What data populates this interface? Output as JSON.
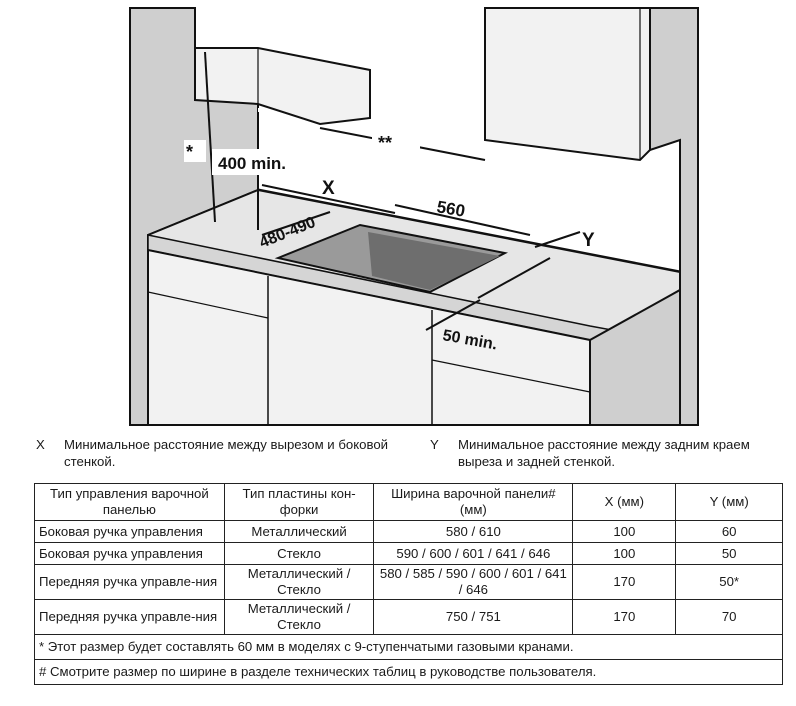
{
  "diagram": {
    "labels": {
      "asterisk": "*",
      "min_400": "400 min.",
      "double_asterisk": "**",
      "x": "X",
      "width_560": "560",
      "depth": "480-490",
      "y": "Y",
      "min_50": "50 min."
    },
    "colors": {
      "wall": "#cfcfcf",
      "cabinet": "#f2f2f2",
      "counter": "#e6e6e6",
      "outline": "#111111",
      "cutout": "#8a8a8a"
    }
  },
  "legend": {
    "x_key": "X",
    "x_text": "Минимальное расстояние между вырезом и боковой стенкой.",
    "y_key": "Y",
    "y_text": "Минимальное расстояние между задним краем выреза и задней стенкой."
  },
  "table": {
    "headers": [
      "Тип управления варочной панелью",
      "Тип пластины кон-форки",
      "Ширина варочной панели# (мм)",
      "X (мм)",
      "Y (мм)"
    ],
    "rows": [
      [
        "Боковая ручка управления",
        "Металлический",
        "580 / 610",
        "100",
        "60"
      ],
      [
        "Боковая ручка управления",
        "Стекло",
        "590 / 600 / 601 / 641 / 646",
        "100",
        "50"
      ],
      [
        "Передняя ручка управле-ния",
        "Металлический / Стекло",
        "580 / 585 / 590 / 600 / 601 / 641 / 646",
        "170",
        "50*"
      ],
      [
        "Передняя ручка управле-ния",
        "Металлический / Стекло",
        "750 / 751",
        "170",
        "70"
      ]
    ],
    "notes": [
      "* Этот размер будет составлять 60 мм в моделях с 9-ступенчатыми газовыми кранами.",
      "# Смотрите размер по ширине в разделе технических таблиц в руководстве пользователя."
    ]
  }
}
